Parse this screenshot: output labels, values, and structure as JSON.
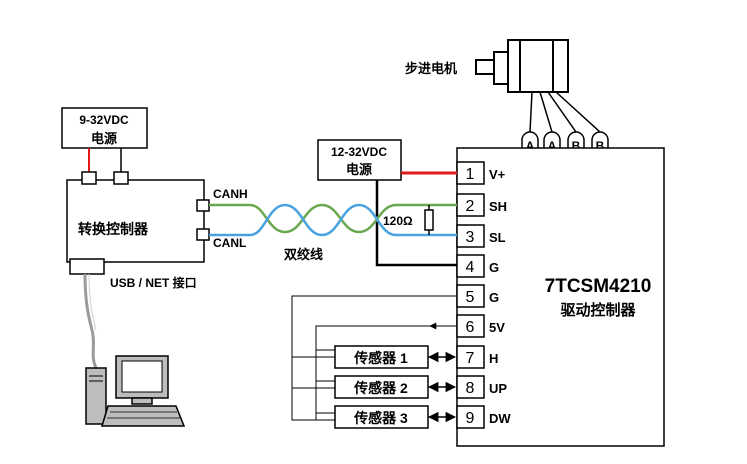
{
  "stepper_motor_label": "步进电机",
  "motor_terminals": [
    "A+",
    "A−",
    "B+",
    "B−"
  ],
  "power_left": {
    "voltage": "9-32VDC",
    "name": "电源"
  },
  "power_right": {
    "voltage": "12-32VDC",
    "name": "电源"
  },
  "converter": {
    "name": "转换控制器",
    "canh": "CANH",
    "canl": "CANL",
    "usb": "USB / NET 接口"
  },
  "twisted_pair_label": "双绞线",
  "resistor_label": "120Ω",
  "driver": {
    "model": "7TCSM4210",
    "name": "驱动控制器"
  },
  "terminals": [
    {
      "num": "1",
      "name": "V+"
    },
    {
      "num": "2",
      "name": "SH"
    },
    {
      "num": "3",
      "name": "SL"
    },
    {
      "num": "4",
      "name": "G"
    },
    {
      "num": "5",
      "name": "G"
    },
    {
      "num": "6",
      "name": "5V"
    },
    {
      "num": "7",
      "name": "H"
    },
    {
      "num": "8",
      "name": "UP"
    },
    {
      "num": "9",
      "name": "DW"
    }
  ],
  "sensors": [
    "传感器 1",
    "传感器 2",
    "传感器 3"
  ],
  "colors": {
    "power_positive": "#e21a1a",
    "can_green": "#6aa84f",
    "can_blue": "#4aa3df",
    "wire_gray": "#9a9a9a"
  }
}
